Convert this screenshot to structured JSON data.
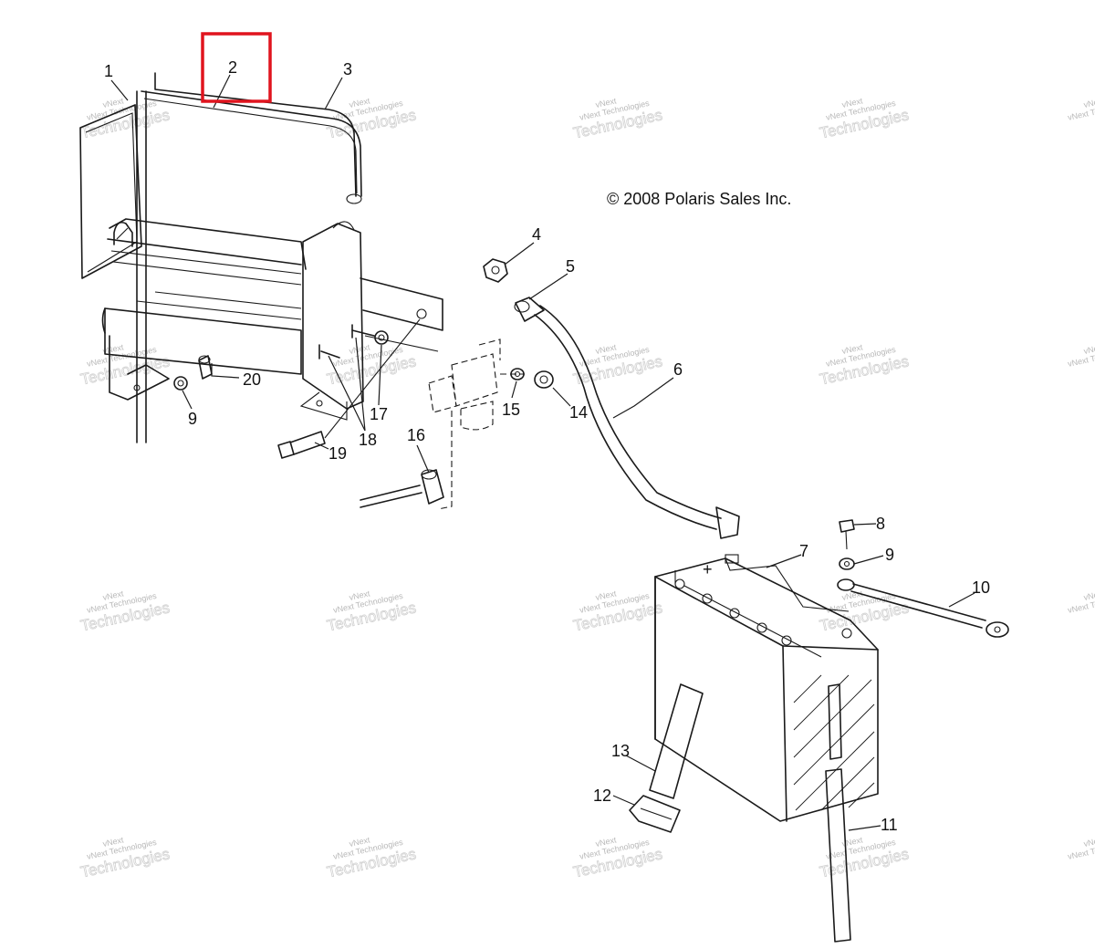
{
  "copyright": "© 2008 Polaris Sales Inc.",
  "watermark": {
    "line1": "vNext Technologies",
    "line2": "vNext",
    "big": "Technologies"
  },
  "callouts": {
    "c1": "1",
    "c2": "2",
    "c3": "3",
    "c4": "4",
    "c5": "5",
    "c6": "6",
    "c7": "7",
    "c8": "8",
    "c9a": "9",
    "c9b": "9",
    "c10": "10",
    "c11": "11",
    "c12": "12",
    "c13": "13",
    "c14": "14",
    "c15": "15",
    "c16": "16",
    "c17": "17",
    "c18": "18",
    "c19": "19",
    "c20": "20"
  },
  "battery_terminal_plus": "+",
  "highlight": {
    "target_callout": "2",
    "color": "#e0141e"
  }
}
